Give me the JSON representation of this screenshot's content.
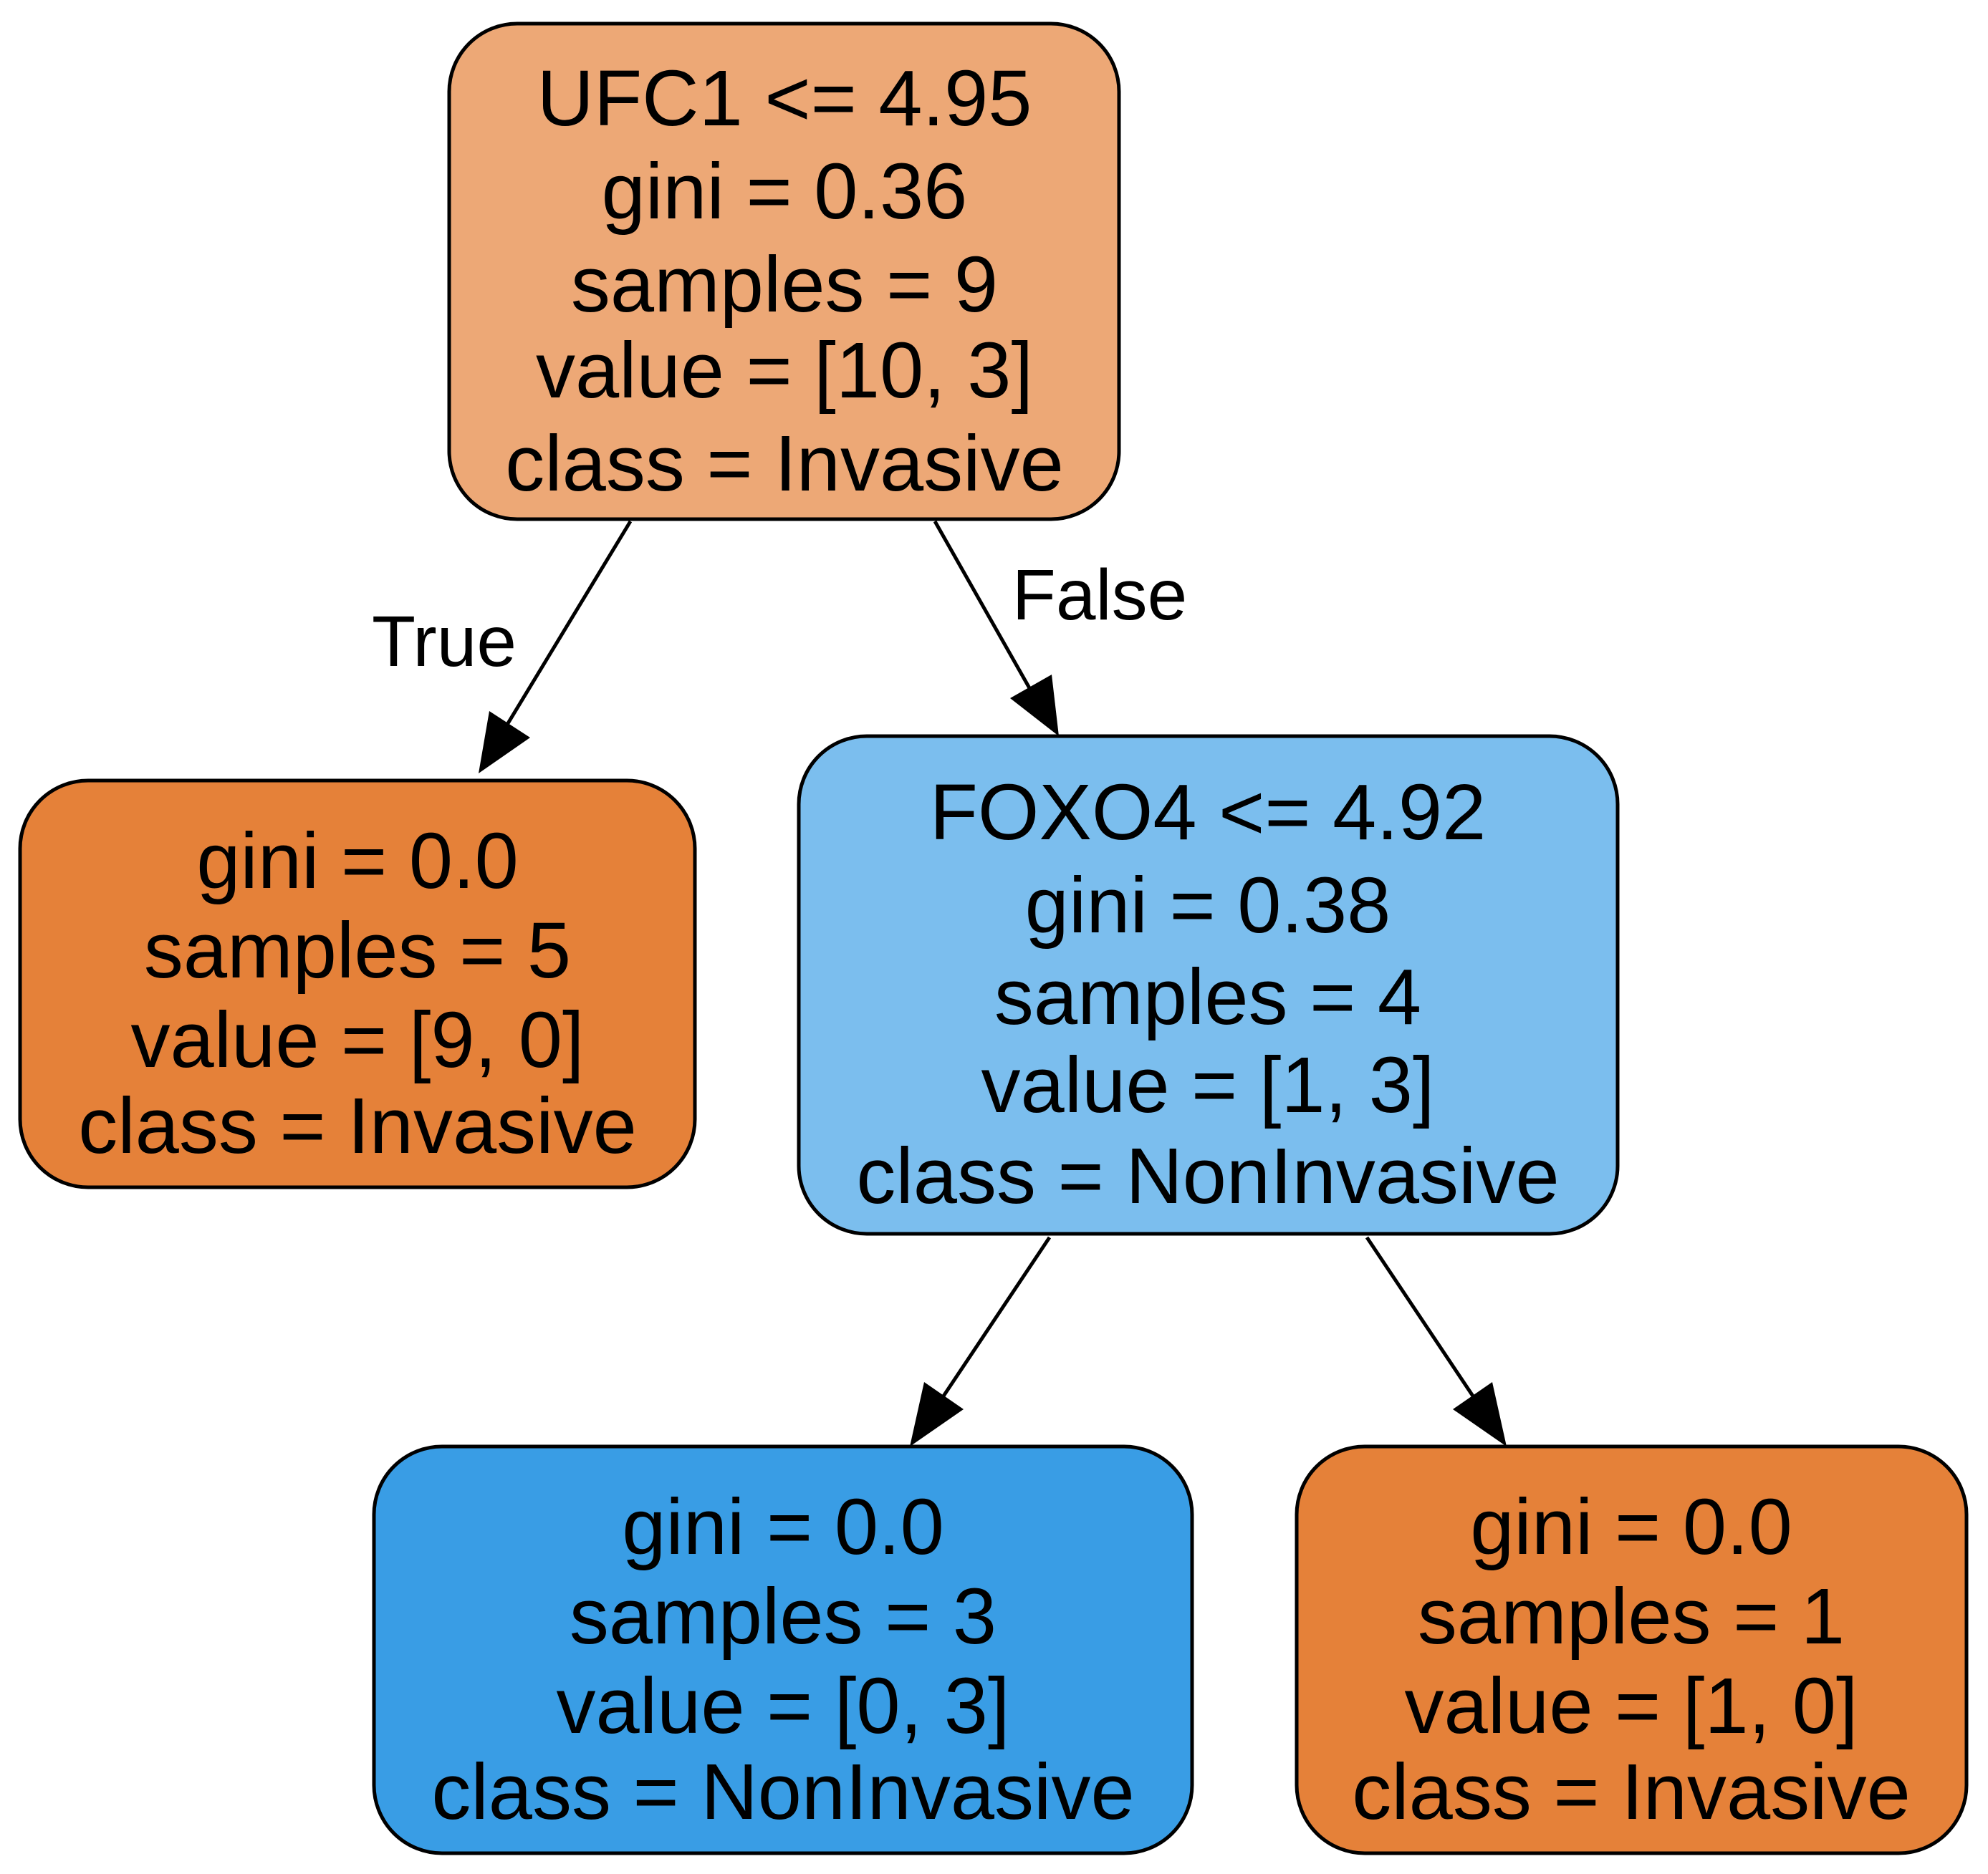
{
  "nodes": [
    {
      "id": "root",
      "fill": "#eda876",
      "lines": [
        "UFC1 <= 4.95",
        "gini = 0.36",
        "samples = 9",
        "value = [10, 3]",
        "class = Invasive"
      ]
    },
    {
      "id": "left-leaf",
      "fill": "#e58139",
      "lines": [
        "gini = 0.0",
        "samples = 5",
        "value = [9, 0]",
        "class = Invasive"
      ]
    },
    {
      "id": "right-split",
      "fill": "#7bbeee",
      "lines": [
        "FOXO4 <= 4.92",
        "gini = 0.38",
        "samples = 4",
        "value = [1, 3]",
        "class = NonInvasive"
      ]
    },
    {
      "id": "bottom-left-leaf",
      "fill": "#399de5",
      "lines": [
        "gini = 0.0",
        "samples = 3",
        "value = [0, 3]",
        "class = NonInvasive"
      ]
    },
    {
      "id": "bottom-right-leaf",
      "fill": "#e58139",
      "lines": [
        "gini = 0.0",
        "samples = 1",
        "value = [1, 0]",
        "class = Invasive"
      ]
    }
  ],
  "edges": [
    {
      "from": "root",
      "to": "left-leaf",
      "label": "True"
    },
    {
      "from": "root",
      "to": "right-split",
      "label": "False"
    },
    {
      "from": "right-split",
      "to": "bottom-left-leaf",
      "label": ""
    },
    {
      "from": "right-split",
      "to": "bottom-right-leaf",
      "label": ""
    }
  ]
}
